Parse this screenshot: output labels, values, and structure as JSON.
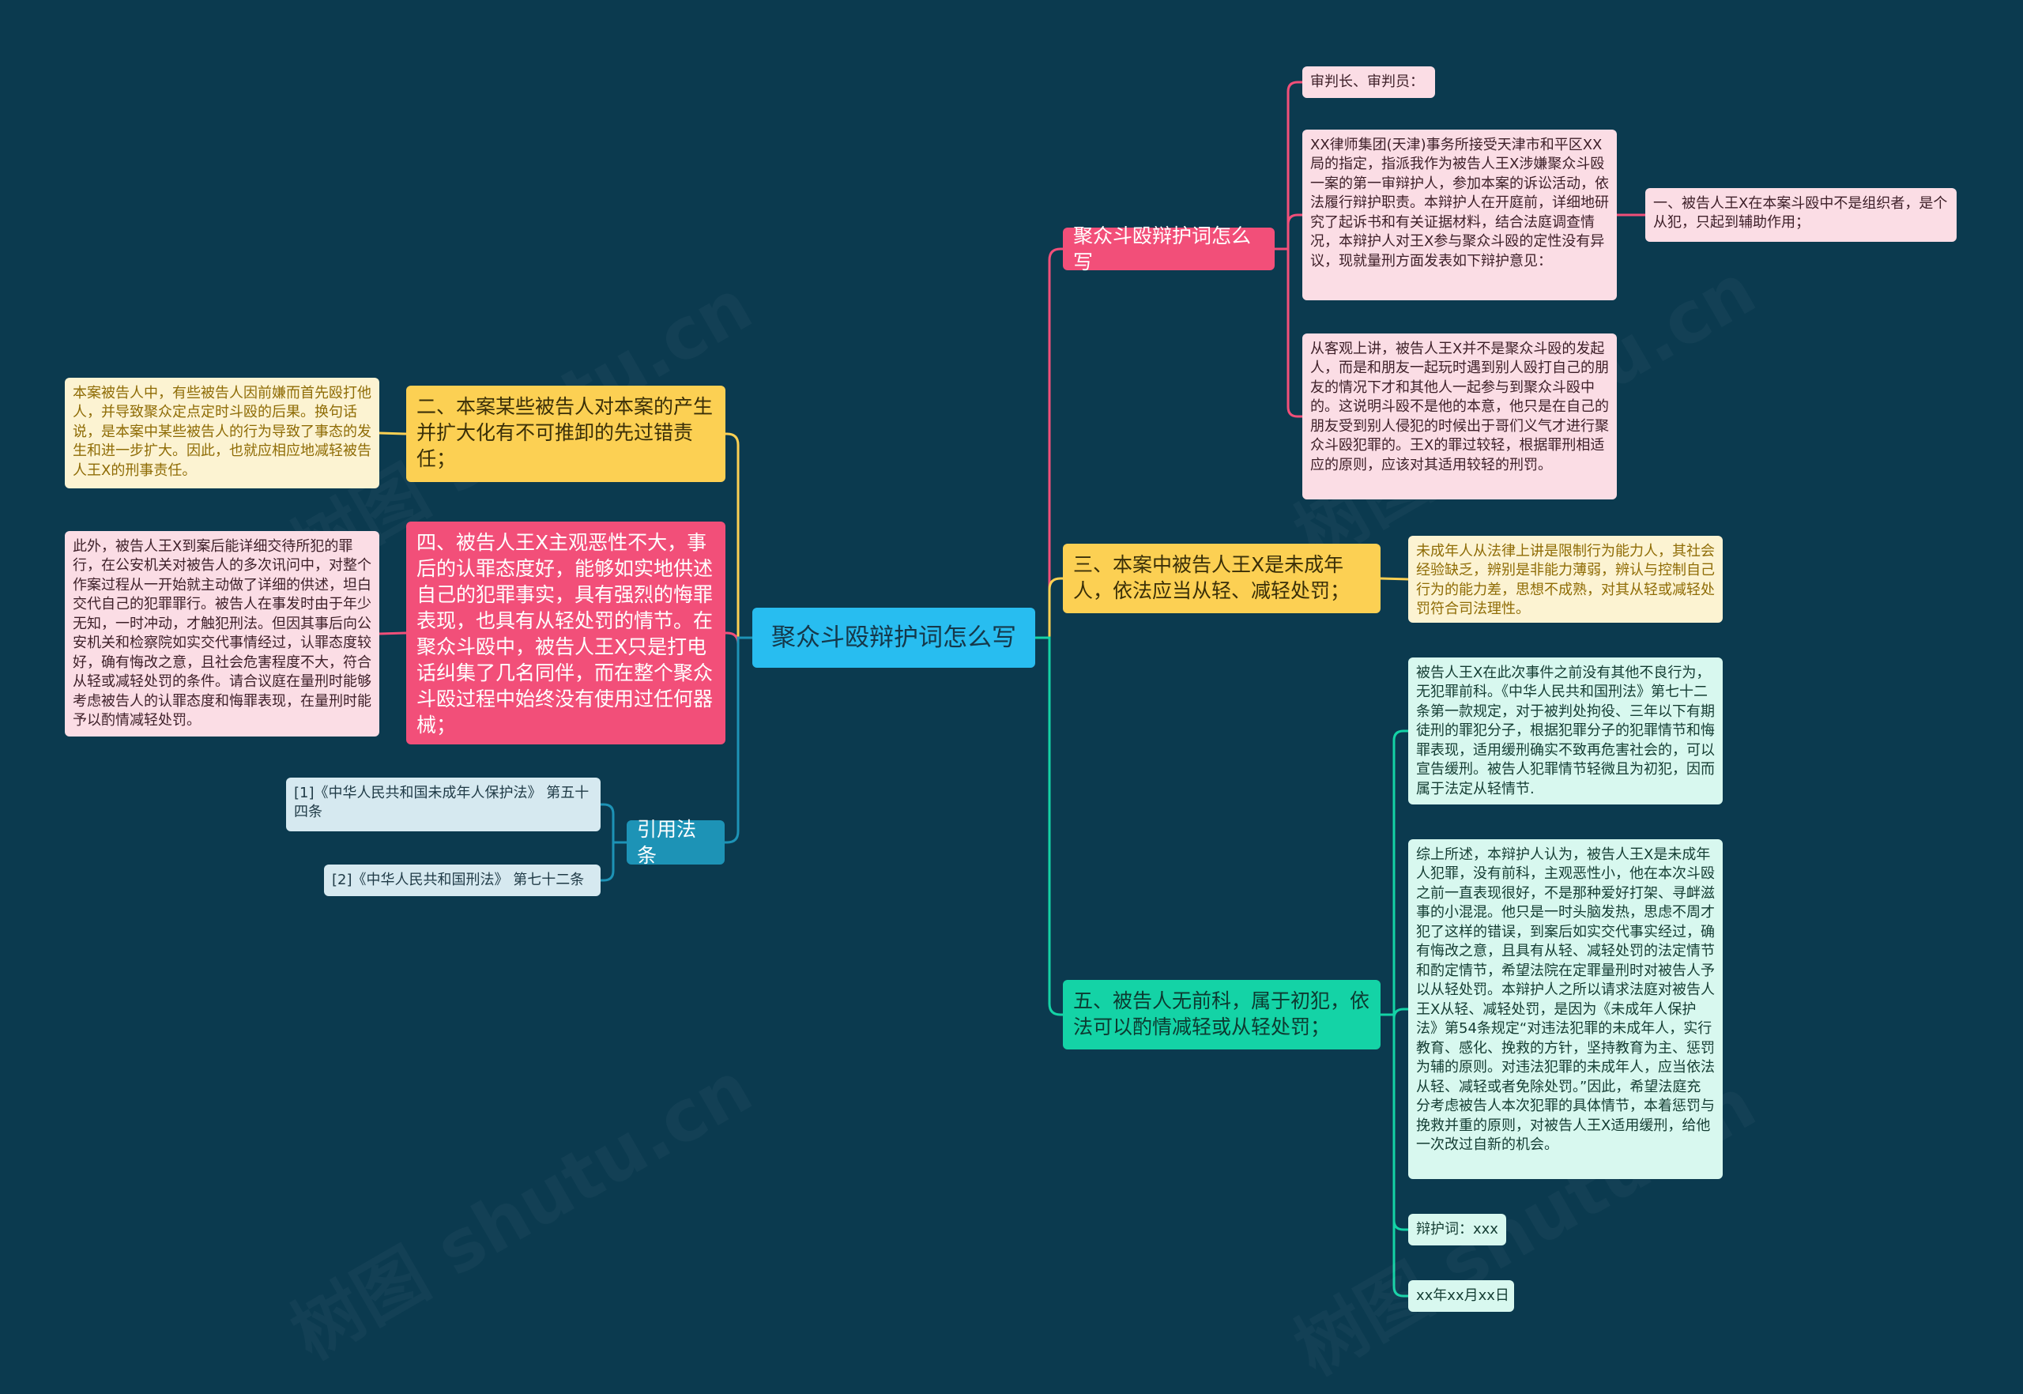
{
  "root": {
    "label": "聚众斗殴辩护词怎么写"
  },
  "branches": {
    "b1": {
      "label": "聚众斗殴辩护词怎么写",
      "color": "#f24f79"
    },
    "b3": {
      "label": "三、本案中被告人王X是未成年人，依法应当从轻、减轻处罚；",
      "color": "#fcd053"
    },
    "b5": {
      "label": "五、被告人无前科，属于初犯，依法可以酌情减轻或从轻处罚；",
      "color": "#14d3a6"
    },
    "b2": {
      "label": "二、本案某些被告人对本案的产生并扩大化有不可推卸的先过错责任；",
      "color": "#fcd053"
    },
    "b4": {
      "label": "四、被告人王X主观恶性不大，事后的认罪态度好，能够如实地供述自己的犯罪事实，具有强烈的悔罪表现，也具有从轻处罚的情节。在聚众斗殴中，被告人王X只是打电话纠集了几名同伴，而在整个聚众斗殴过程中始终没有使用过任何器械；",
      "color": "#f24f79"
    },
    "law": {
      "label": "引用法条",
      "color": "#1d93b6"
    }
  },
  "leaves": {
    "b1_1": "审判长、审判员：",
    "b1_2": "XX律师集团(天津)事务所接受天津市和平区XX局的指定，指派我作为被告人王X涉嫌聚众斗殴一案的第一审辩护人，参加本案的诉讼活动，依法履行辩护职责。本辩护人在开庭前，详细地研究了起诉书和有关证据材料，结合法庭调查情况，本辩护人对王X参与聚众斗殴的定性没有异议，现就量刑方面发表如下辩护意见：",
    "b1_2_1": "一、被告人王X在本案斗殴中不是组织者，是个从犯，只起到辅助作用；",
    "b1_3": "从客观上讲，被告人王X并不是聚众斗殴的发起人，而是和朋友一起玩时遇到别人殴打自己的朋友的情况下才和其他人一起参与到聚众斗殴中的。这说明斗殴不是他的本意，他只是在自己的朋友受到别人侵犯的时候出于哥们义气才进行聚众斗殴犯罪的。王X的罪过较轻，根据罪刑相适应的原则，应该对其适用较轻的刑罚。",
    "b3_1": "未成年人从法律上讲是限制行为能力人，其社会经验缺乏，辨别是非能力薄弱，辨认与控制自己行为的能力差，思想不成熟，对其从轻或减轻处罚符合司法理性。",
    "b5_1": "被告人王X在此次事件之前没有其他不良行为，无犯罪前科。《中华人民共和国刑法》第七十二条第一款规定，对于被判处拘役、三年以下有期徒刑的罪犯分子，根据犯罪分子的犯罪情节和悔罪表现，适用缓刑确实不致再危害社会的，可以宣告缓刑。被告人犯罪情节轻微且为初犯，因而属于法定从轻情节.",
    "b5_2": "综上所述，本辩护人认为，被告人王X是未成年人犯罪，没有前科，主观恶性小，他在本次斗殴之前一直表现很好，不是那种爱好打架、寻衅滋事的小混混。他只是一时头脑发热，思虑不周才犯了这样的错误，到案后如实交代事实经过，确有悔改之意，且具有从轻、减轻处罚的法定情节和酌定情节，希望法院在定罪量刑时对被告人予以从轻处罚。本辩护人之所以请求法庭对被告人王X从轻、减轻处罚，是因为《未成年人保护法》第54条规定“对违法犯罪的未成年人，实行教育、感化、挽救的方针，坚持教育为主、惩罚为辅的原则。对违法犯罪的未成年人，应当依法从轻、减轻或者免除处罚。”因此，希望法庭充分考虑被告人本次犯罪的具体情节，本着惩罚与挽救并重的原则，对被告人王X适用缓刑，给他一次改过自新的机会。",
    "b5_3": "辩护词：xxx",
    "b5_4": "xx年xx月xx日",
    "b2_1": "本案被告人中，有些被告人因前嫌而首先殴打他人，并导致聚众定点定时斗殴的后果。换句话说，是本案中某些被告人的行为导致了事态的发生和进一步扩大。因此，也就应相应地减轻被告人王X的刑事责任。",
    "b4_1": "此外，被告人王X到案后能详细交待所犯的罪行，在公安机关对被告人的多次讯问中，对整个作案过程从一开始就主动做了详细的供述，坦白交代自己的犯罪罪行。被告人在事发时由于年少无知，一时冲动，才触犯刑法。但因其事后向公安机关和检察院如实交代事情经过，认罪态度较好，确有悔改之意，且社会危害程度不大，符合从轻或减轻处罚的条件。请合议庭在量刑时能够考虑被告人的认罪态度和悔罪表现，在量刑时能予以酌情减轻处罚。",
    "law_1": "[1]《中华人民共和国未成年人保护法》 第五十四条",
    "law_2": "[2]《中华人民共和国刑法》 第七十二条"
  },
  "watermark": "树图 shutu.cn"
}
